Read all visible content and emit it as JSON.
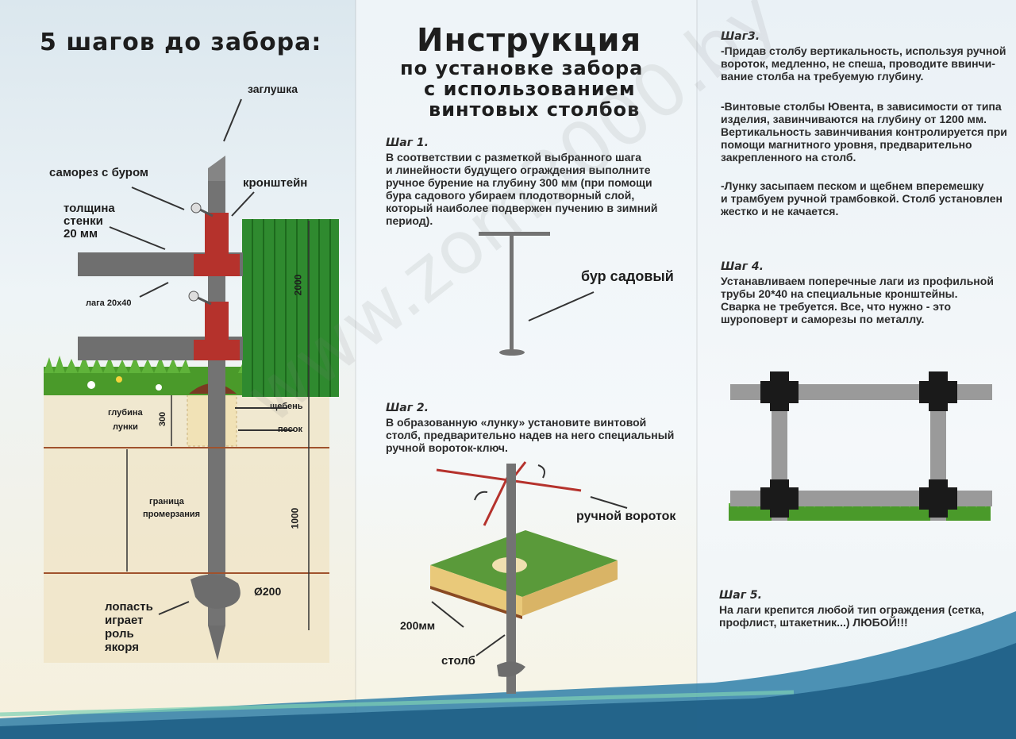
{
  "left_panel": {
    "title": "5 шагов до забора:",
    "labels": {
      "cap": "заглушка",
      "screw": "саморез с буром",
      "bracket": "кронштейн",
      "wall1": "толщина",
      "wall2": "стенки",
      "wall3": "20 мм",
      "beam": "лага 20х40",
      "height": "2000",
      "depth1": "глубина",
      "depth2": "лунки",
      "depth_mm": "300",
      "gravel": "щебень",
      "sand": "песок",
      "frost1": "граница",
      "frost2": "промерзания",
      "frost_mm": "1000",
      "diameter": "Ø200",
      "blade1": "лопасть",
      "blade2": "играет",
      "blade3": "роль",
      "blade4": "якоря"
    }
  },
  "middle_panel": {
    "title": "Инструкция",
    "subtitle1": "по установке забора",
    "subtitle2": "с использованием",
    "subtitle3": "винтовых столбов",
    "step1_heading": "Шаг 1.",
    "step1_lines": [
      "В соответствии с разметкой выбранного шага",
      "и линейности будущего ограждения выполните",
      "ручное бурение на глубину 300 мм (при помощи",
      "бура садового убираем плодотворный слой,",
      "который наиболее подвержен пучению в зимний",
      "период)."
    ],
    "auger_label": "бур садовый",
    "step2_heading": "Шаг 2.",
    "step2_lines": [
      "В образованную «лунку» установите винтовой",
      "столб, предварительно надев на него специальный",
      " ручной вороток-ключ."
    ],
    "handle_label": "ручной вороток",
    "size_label": "200мм",
    "post_label": "столб"
  },
  "right_panel": {
    "step3_heading": "Шаг3.",
    "step3_lines": [
      "-Придав столбу вертикальность, используя ручной",
      "вороток, медленно, не спеша, проводите ввинчи-",
      "вание столба на требуемую глубину."
    ],
    "step3b_lines": [
      "-Винтовые столбы Ювента, в зависимости от типа",
      "изделия, завинчиваются на глубину от 1200 мм.",
      "Вертикальность завинчивания контролируется при",
      "помощи магнитного уровня, предварительно",
      "закрепленного на столб."
    ],
    "step3c_lines": [
      "-Лунку засыпаем песком и щебнем вперемешку",
      "и трамбуем ручной трамбовкой. Столб установлен",
      "жестко и не качается."
    ],
    "step4_heading": "Шаг 4.",
    "step4_lines": [
      "Устанавливаем поперечные лаги из профильной",
      "трубы 20*40 на специальные кронштейны.",
      "Сварка не требуется. Все, что нужно - это",
      "шуроповерт и саморезы по металлу."
    ],
    "step5_heading": "Шаг 5.",
    "step5_lines": [
      "На лаги крепится любой тип ограждения (сетка,",
      "профлист, штакетник...) ЛЮБОЙ!!!"
    ]
  },
  "watermark": "www.zom3000.by",
  "colors": {
    "post": "#737373",
    "bracket": "#b5322c",
    "fence": "#2f8a2f",
    "grass": "#4a9a2a",
    "line": "#a0522d",
    "frame": "#9a9a9a",
    "frame_joint": "#1a1a1a"
  }
}
